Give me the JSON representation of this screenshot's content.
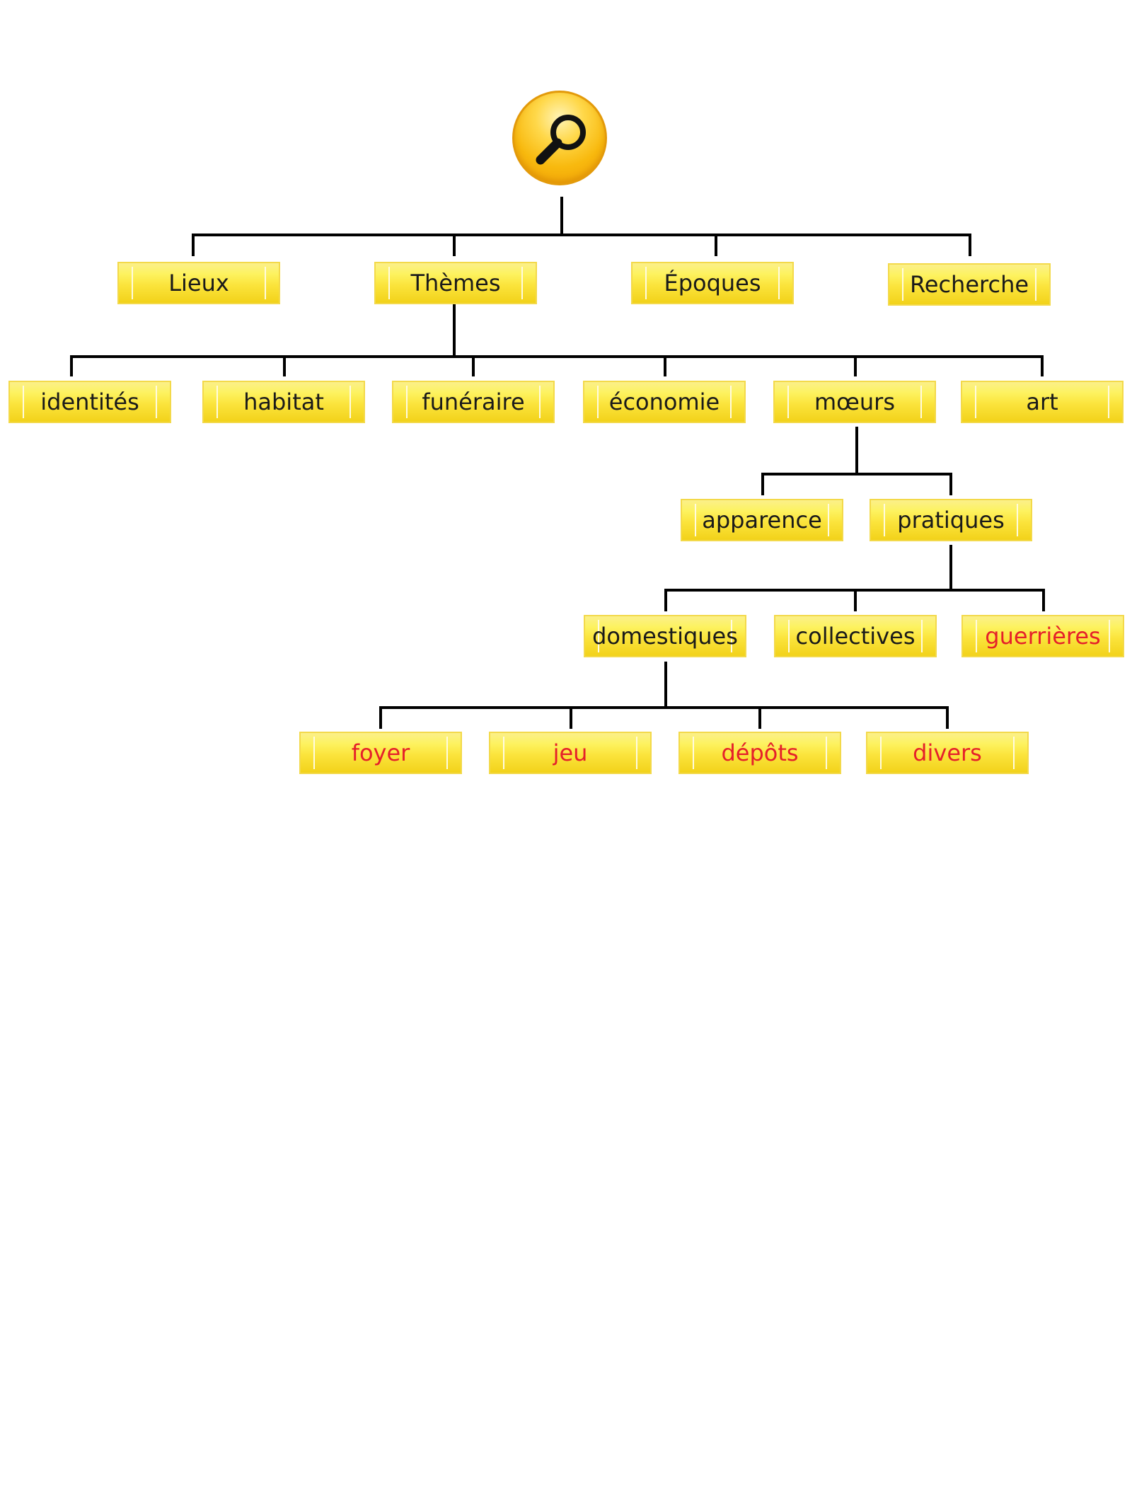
{
  "root": {
    "icon": "magnifier-search-icon"
  },
  "colors": {
    "box_fill": "#fbe43c",
    "box_border": "#f3d94a",
    "line": "#000000",
    "text": "#1a1a1a",
    "red_text": "#e5202a"
  },
  "level1": [
    {
      "label": "Lieux"
    },
    {
      "label": "Thèmes"
    },
    {
      "label": "Époques"
    },
    {
      "label": "Recherche"
    }
  ],
  "themes": [
    {
      "label": "identités"
    },
    {
      "label": "habitat"
    },
    {
      "label": "funéraire"
    },
    {
      "label": "économie"
    },
    {
      "label": "mœurs"
    },
    {
      "label": "art"
    }
  ],
  "moeurs": [
    {
      "label": "apparence"
    },
    {
      "label": "pratiques"
    }
  ],
  "pratiques": [
    {
      "label": "domestiques"
    },
    {
      "label": "collectives"
    },
    {
      "label": "guerrières"
    }
  ],
  "domestiques": [
    {
      "label": "foyer"
    },
    {
      "label": "jeu"
    },
    {
      "label": "dépôts"
    },
    {
      "label": "divers"
    }
  ]
}
